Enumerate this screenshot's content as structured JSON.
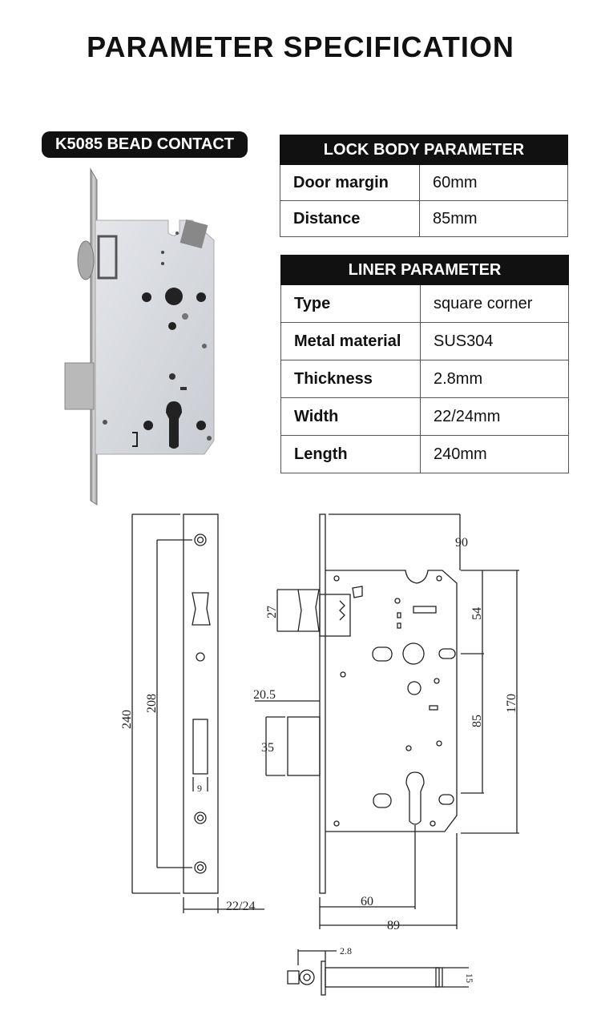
{
  "title": "PARAMETER SPECIFICATION",
  "model_label": "K5085  BEAD CONTACT",
  "lock_body": {
    "header": "LOCK BODY PARAMETER",
    "rows": [
      {
        "label": "Door margin",
        "value": "60mm"
      },
      {
        "label": "Distance",
        "value": "85mm"
      }
    ]
  },
  "liner": {
    "header": "LINER PARAMETER",
    "rows": [
      {
        "label": "Type",
        "value": "square corner"
      },
      {
        "label": "Metal material",
        "value": "SUS304"
      },
      {
        "label": "Thickness",
        "value": "2.8mm"
      },
      {
        "label": "Width",
        "value": "22/24mm"
      },
      {
        "label": "Length",
        "value": "240mm"
      }
    ]
  },
  "drawing": {
    "front_height": "240",
    "hole_spacing": "208",
    "faceplate_width": "22/24",
    "latch_offset": "9",
    "backset_top": "90",
    "bolt_size": "27",
    "spindle_offset": "54",
    "body_height": "170",
    "distance": "85",
    "deadbolt_throw": "20.5",
    "deadbolt_height": "35",
    "backset": "60",
    "depth": "89",
    "faceplate_thickness": "2.8",
    "bolt_width": "15"
  }
}
